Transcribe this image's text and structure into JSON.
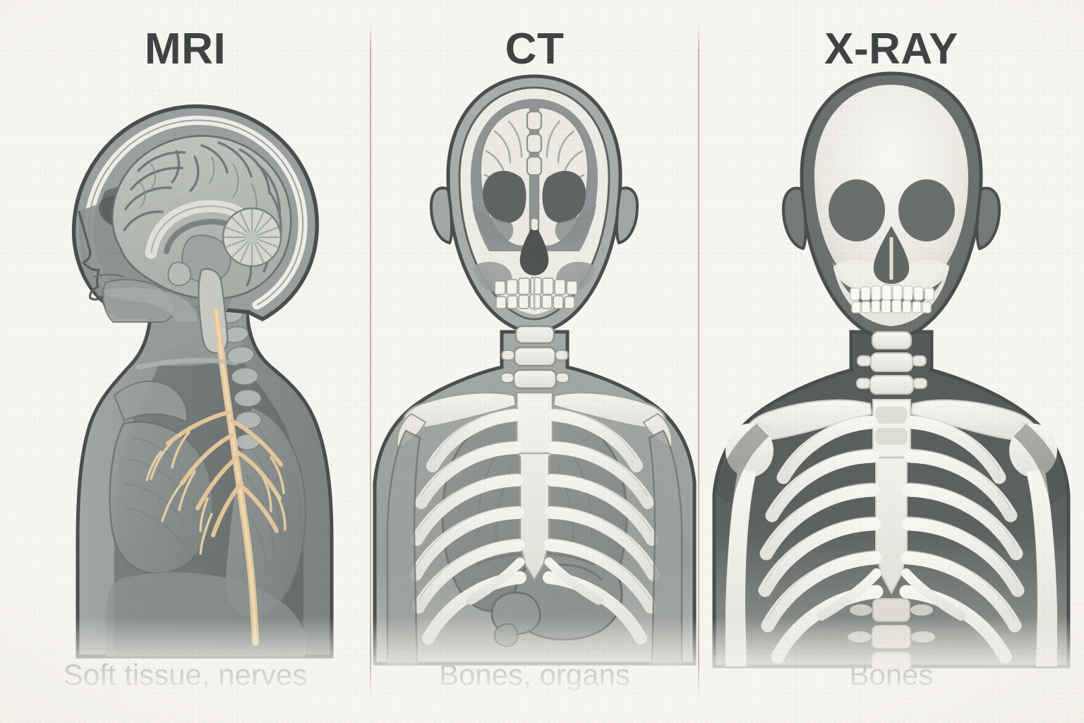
{
  "figure": {
    "kind": "medical-imaging-comparison-infographic",
    "background_color": "#f7f5ef",
    "ink_color": "#3f4345",
    "divider_color": "#b2aea2"
  },
  "panels": [
    {
      "id": "mri",
      "title": "MRI",
      "caption": "Soft tissue, nerves",
      "view": "sagittal head and upper torso profile, facing left",
      "emphasis": "soft tissue",
      "palette": {
        "outline": "#4a4e50",
        "skin": "#9aa0a0",
        "muscle": "#868c8c",
        "deep_tissue": "#6e7474",
        "brain": "#b9bdb9",
        "csf": "#eceae4",
        "nerve": "#e3c79a"
      },
      "structures": [
        "scalp",
        "skull",
        "cerebral cortex",
        "gyri and sulci",
        "corpus callosum",
        "cerebellum",
        "brainstem",
        "spinal cord",
        "cervical vertebrae",
        "nasal sinus",
        "tongue",
        "jaw",
        "neck muscle",
        "brachial nerve plexus",
        "intercostal nerve branches",
        "pectoral muscle"
      ]
    },
    {
      "id": "ct",
      "title": "CT",
      "caption": "Bones, organs",
      "view": "coronal head and chest, facing viewer",
      "emphasis": "bones and organs",
      "palette": {
        "outline": "#4a4e50",
        "soft_tissue": "#9ea2a0",
        "organ": "#8d9290",
        "organ_dark": "#7b807e",
        "bone": "#f0efe9",
        "bone_shadow": "#d8d7d0",
        "cavity": "#5f6463",
        "brain": "#e8e7e0"
      },
      "structures": [
        "cranium",
        "brain hemispheres",
        "orbital sockets",
        "nasal cavity",
        "maxilla",
        "mandible",
        "teeth",
        "cervical spine",
        "clavicles",
        "sternum",
        "ribs",
        "scapula",
        "lungs",
        "liver",
        "stomach",
        "diaphragm"
      ]
    },
    {
      "id": "xray",
      "title": "X-RAY",
      "caption": "Bones",
      "view": "coronal head and chest radiograph, facing viewer",
      "emphasis": "bones only",
      "palette": {
        "outline": "#4a4e50",
        "soft_tissue": "#5d6261",
        "soft_tissue_dark": "#4b504f",
        "bone": "#f4f3ed",
        "bone_shadow": "#dcdbd4",
        "cavity": "#6a6f6e"
      },
      "structures": [
        "cranium",
        "orbital sockets",
        "nasal cavity",
        "mandible",
        "teeth",
        "cervical spine",
        "thoracic spine",
        "lumbar vertebrae",
        "clavicles",
        "sternum",
        "ribs",
        "scapula",
        "humerus"
      ]
    }
  ]
}
